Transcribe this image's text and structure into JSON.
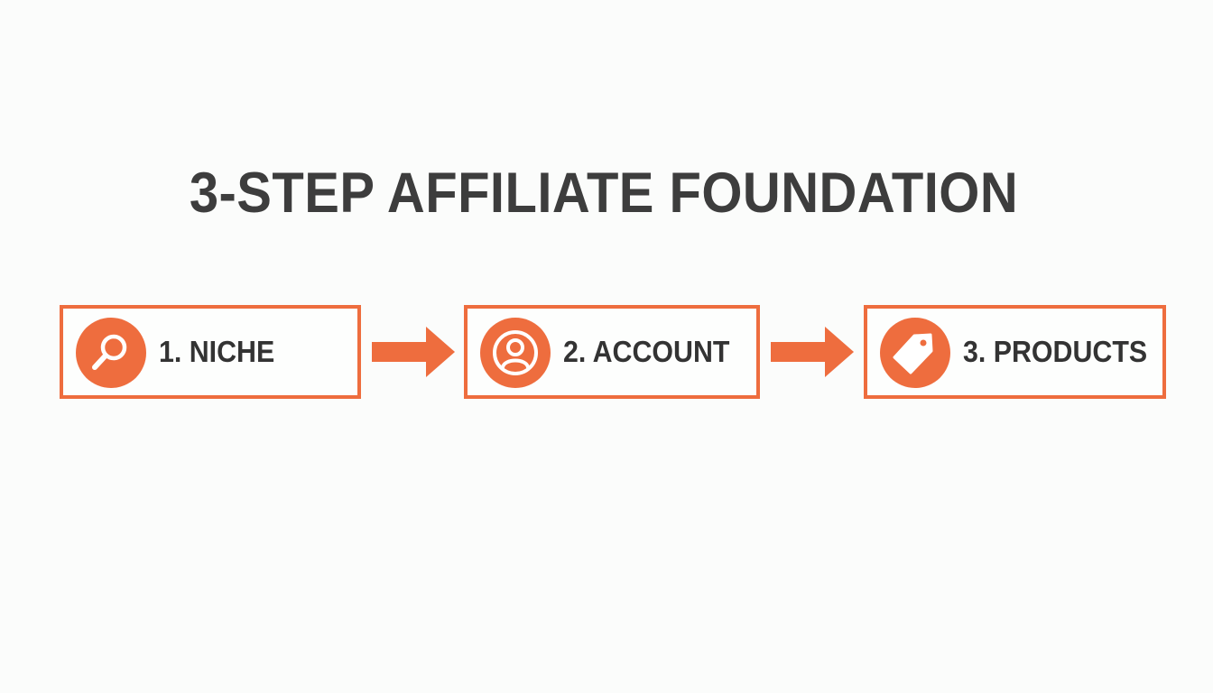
{
  "title": "3-STEP AFFILIATE FOUNDATION",
  "accent_color": "#ee6d3e",
  "text_color": "#3d3d3d",
  "steps": [
    {
      "label": "1. NICHE",
      "icon": "search-icon"
    },
    {
      "label": "2. ACCOUNT",
      "icon": "user-icon"
    },
    {
      "label": "3. PRODUCTS",
      "icon": "price-tag-icon"
    }
  ],
  "connectors": [
    "arrow-right-icon",
    "arrow-right-icon"
  ]
}
